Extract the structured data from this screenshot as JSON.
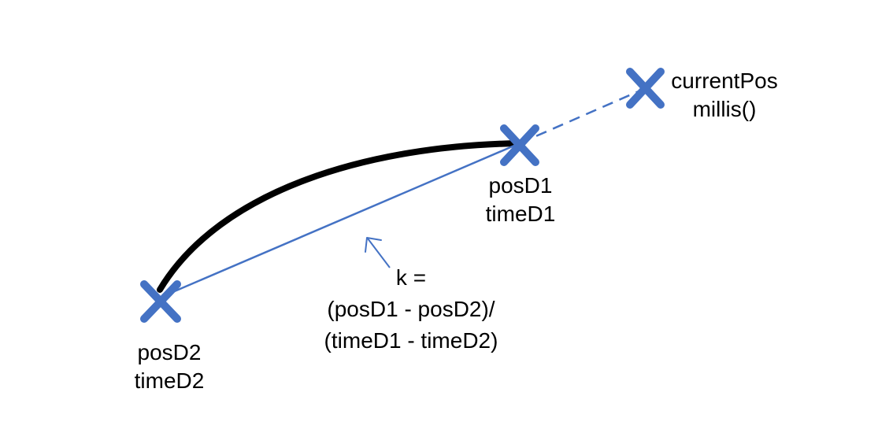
{
  "colors": {
    "accent": "#4472C4",
    "curve": "#000000",
    "text": "#000000",
    "background": "#ffffff"
  },
  "labels": {
    "pos_d2": "posD2",
    "time_d2": "timeD2",
    "pos_d1": "posD1",
    "time_d1": "timeD1",
    "current_pos": "currentPos",
    "millis": "millis()",
    "formula_line1": "k =",
    "formula_line2": "(posD1 - posD2)/",
    "formula_line3": "(timeD1 - timeD2)"
  },
  "icons": {
    "marker": "x-marker-icon",
    "arrow": "arrow-icon"
  }
}
